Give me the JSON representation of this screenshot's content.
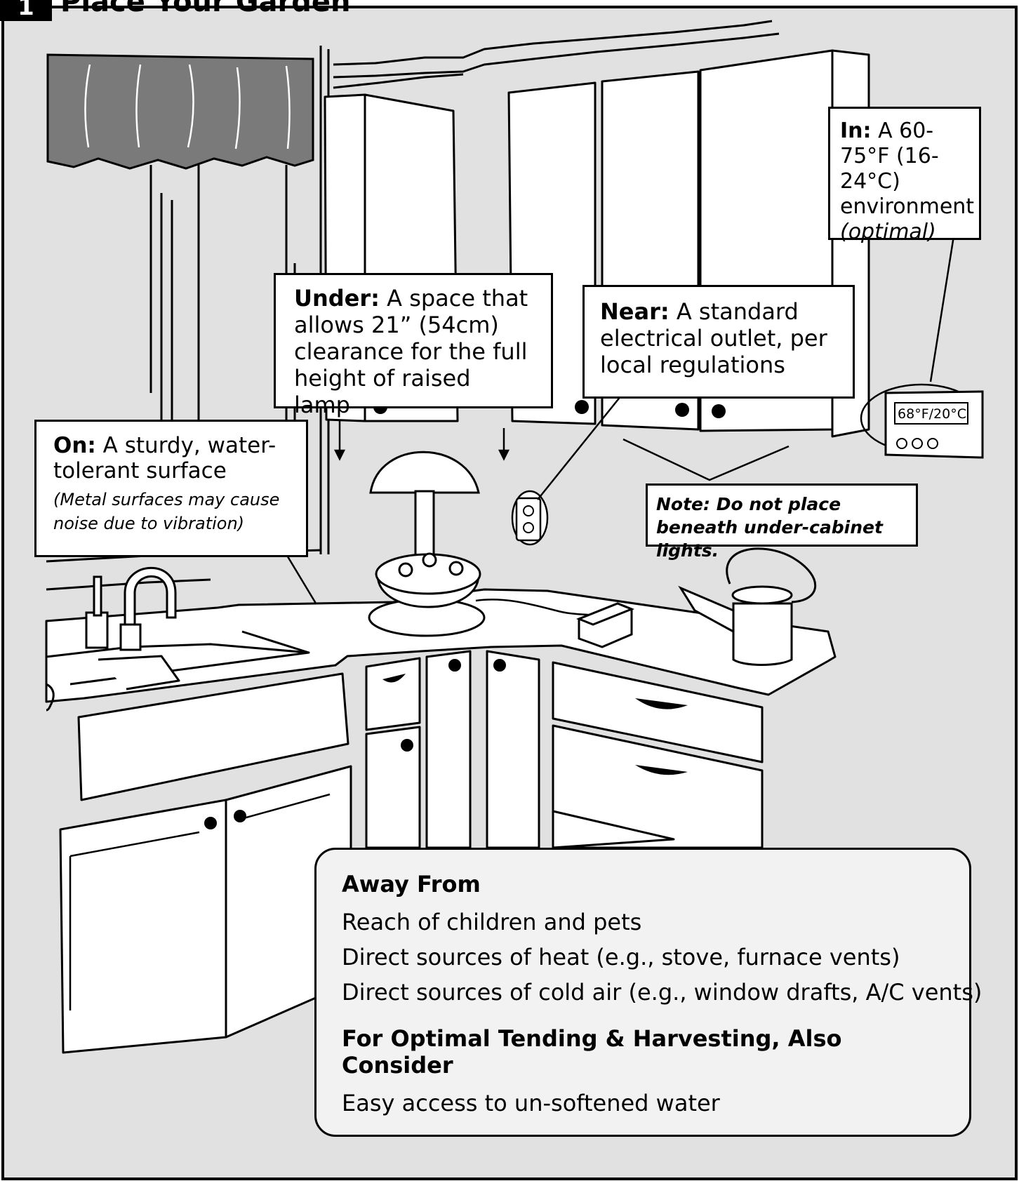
{
  "header": {
    "number": "1",
    "title": "Place Your Garden"
  },
  "callouts": {
    "in": {
      "label": "In:",
      "text": " A 60-75°F (16-24°C) environment",
      "optimal": "(optimal)"
    },
    "under": {
      "label": "Under:",
      "text": " A space that allows 21” (54cm) clearance for the full height of raised lamp"
    },
    "near": {
      "label": "Near:",
      "text": " A standard electrical outlet, per local regulations"
    },
    "on": {
      "label": "On:",
      "text": " A sturdy, water-tolerant surface",
      "note": "(Metal surfaces may cause noise due to vibration)"
    }
  },
  "thermostat": {
    "display": "68°F/20°C"
  },
  "note": {
    "text": "Note: Do not place beneath under-cabinet lights."
  },
  "away_box": {
    "heading1": "Away From",
    "items": [
      "Reach of children and pets",
      "Direct sources of heat (e.g., stove, furnace vents)",
      "Direct sources of cold air (e.g., window drafts, A/C vents)"
    ],
    "heading2": "For Optimal Tending & Harvesting, Also Consider",
    "items2": [
      "Easy access to un-softened water"
    ]
  },
  "colors": {
    "background": "#e1e1e1",
    "outline": "#000000",
    "curtain": "#7a7a7a",
    "box_fill": "#f2f2f2"
  }
}
